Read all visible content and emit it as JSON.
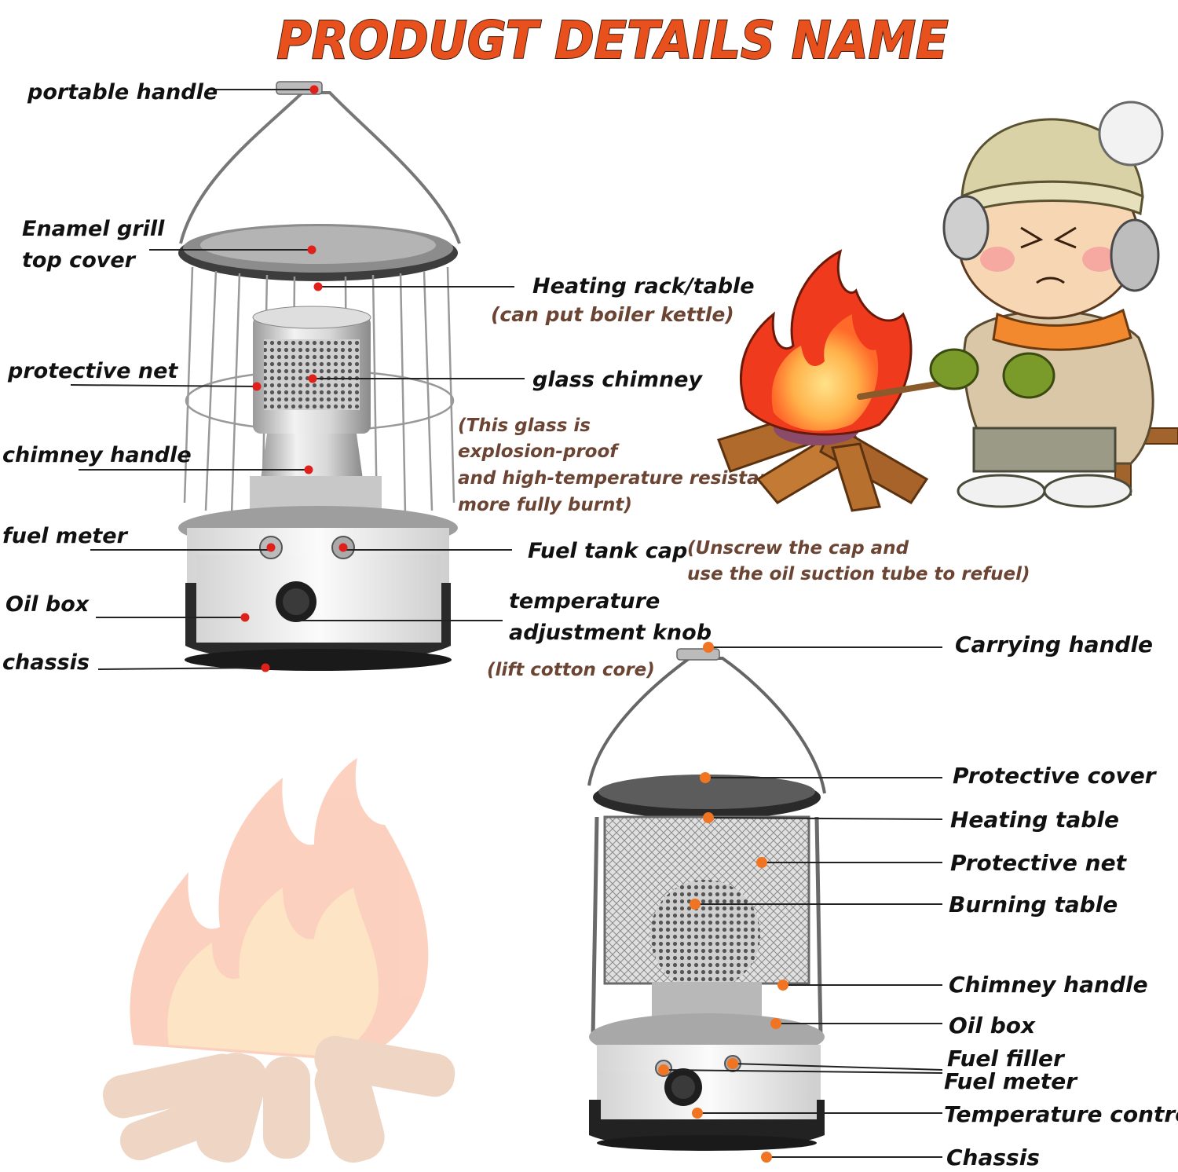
{
  "title": "PRODUGT DETAILS NAME",
  "heater1": {
    "labels": {
      "portable_handle": "portable handle",
      "enamel_grill_1": "Enamel grill",
      "enamel_grill_2": "top cover",
      "protective_net": "protective net",
      "chimney_handle": "chimney handle",
      "fuel_meter": "fuel meter",
      "oil_box": "Oil box",
      "chassis": "chassis",
      "heating_rack": "Heating rack/table",
      "glass_chimney": "glass chimney",
      "fuel_tank_cap": "Fuel tank cap",
      "temp_knob_1": "temperature",
      "temp_knob_2": "adjustment knob"
    },
    "notes": {
      "heating_rack_note": "(can put boiler kettle)",
      "glass_note_1": "(This glass is",
      "glass_note_2": "explosion-proof",
      "glass_note_3": "and high-temperature resistant",
      "glass_note_4": "more fully burnt)",
      "fuel_cap_note_1": "(Unscrew the cap and",
      "fuel_cap_note_2": "use the oil suction tube to refuel)",
      "knob_note": "(lift cotton core)"
    }
  },
  "heater2": {
    "labels": {
      "carrying_handle": "Carrying handle",
      "protective_cover": "Protective cover",
      "heating_table": "Heating table",
      "protective_net": "Protective net",
      "burning_table": "Burning table",
      "chimney_handle": "Chimney handle",
      "oil_box": "Oil box",
      "fuel_filler": "Fuel filler",
      "fuel_meter": "Fuel meter",
      "temperature_control": "Temperature control",
      "chassis": "Chassis"
    }
  },
  "colors": {
    "title_fill": "#e8501e",
    "label_text": "#111111",
    "note_text": "#6b4433",
    "dot_red": "#e0201a",
    "dot_orange": "#f07422"
  }
}
